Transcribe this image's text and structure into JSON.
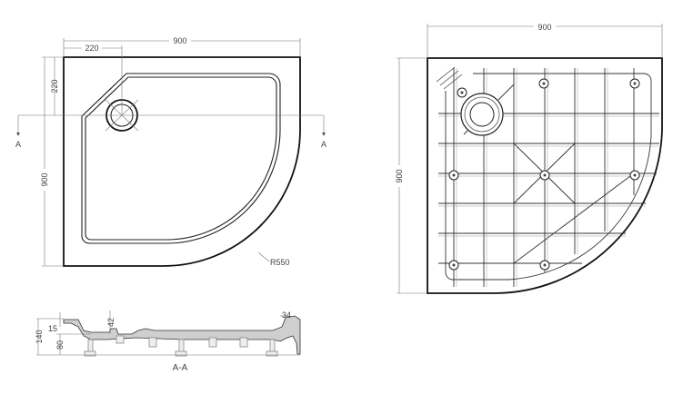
{
  "top_view": {
    "width_dim": "900",
    "height_dim": "900",
    "waste_x_dim": "220",
    "waste_y_dim": "220",
    "radius_label": "R550",
    "section_marker_left": "A",
    "section_marker_right": "A"
  },
  "section_view": {
    "title": "A-A",
    "dim_total_height": "140",
    "dim_rim": "15",
    "dim_leg": "80",
    "dim_depth": "42",
    "dim_edge": "34"
  },
  "bottom_view": {
    "width_dim": "900",
    "height_dim": "900"
  }
}
